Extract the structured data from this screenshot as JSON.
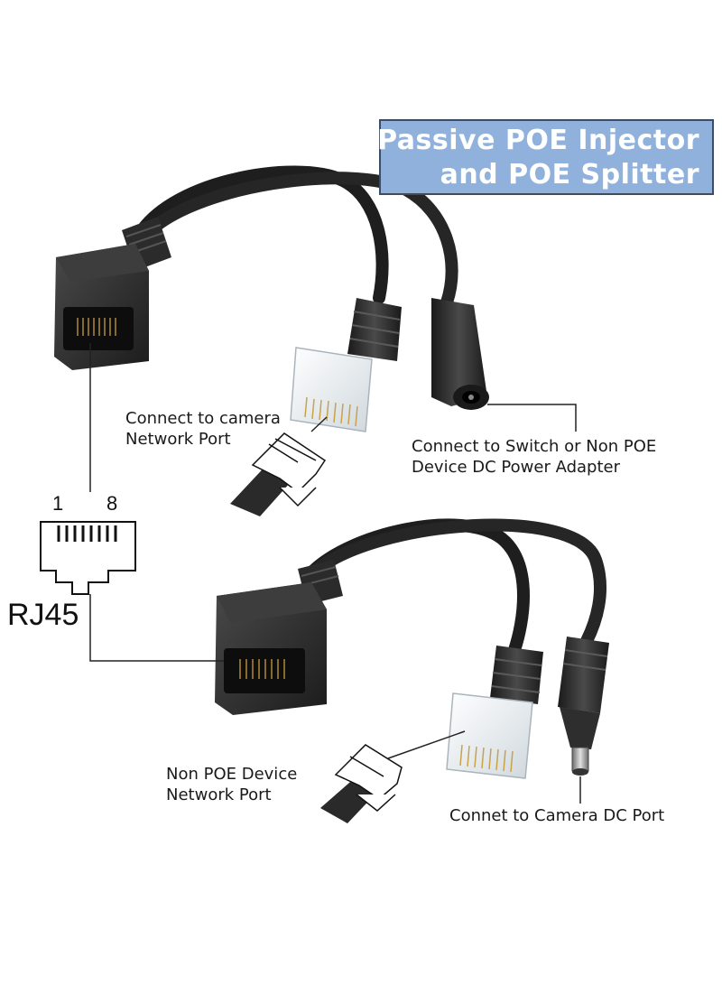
{
  "title": {
    "line1": "Passive POE Injector",
    "line2": "and POE Splitter",
    "background": "#8fb1dc"
  },
  "labels": {
    "camera_network": "Connect to camera\nNetwork Port",
    "switch_power": "Connect to Switch or Non POE\nDevice DC Power Adapter",
    "non_poe_device": "Non POE Device\nNetwork Port",
    "camera_dc": "Connet to Camera DC Port"
  },
  "rj45": {
    "name": "RJ45",
    "pin_first": "1",
    "pin_last": "8"
  },
  "colors": {
    "cable": "#1e1e1e",
    "connector": "#2d2d2d",
    "plug_clear": "#eef2f4"
  }
}
